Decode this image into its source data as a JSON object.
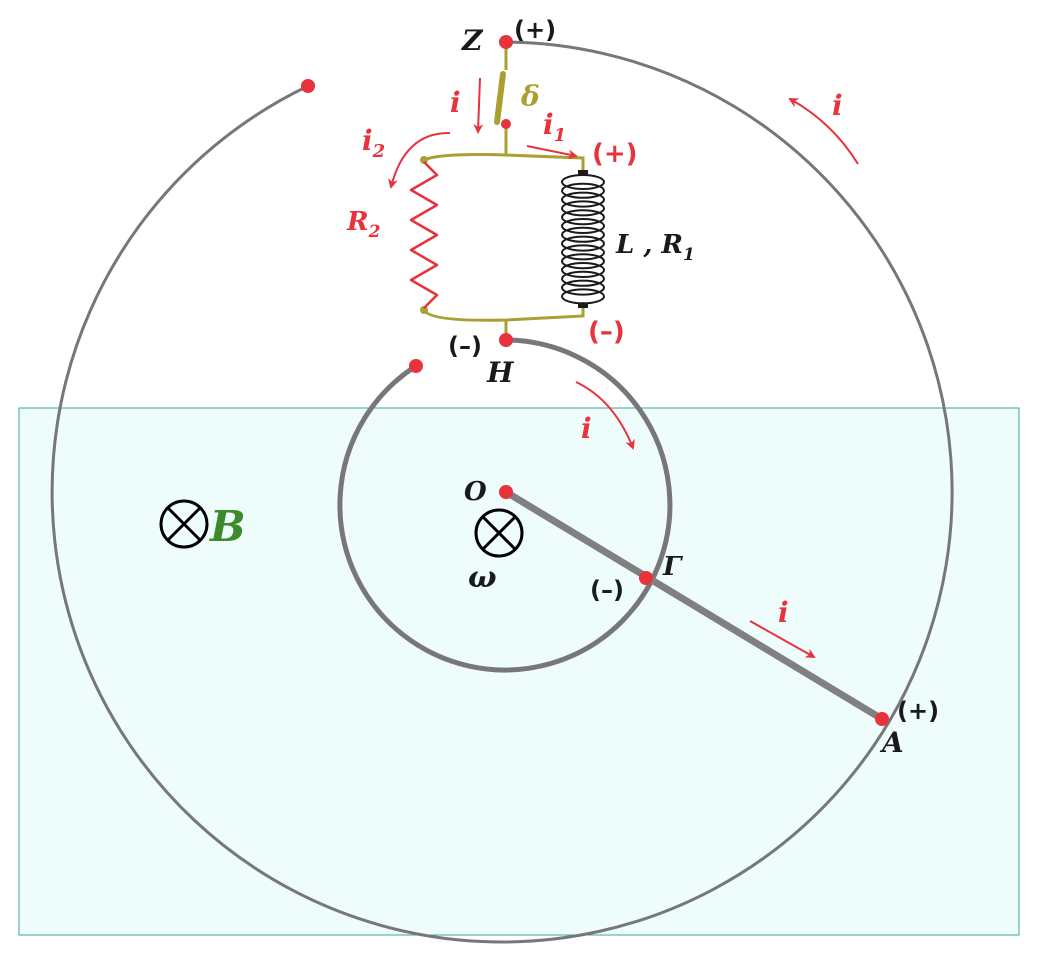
{
  "colors": {
    "field_region_fill": "#eefcfc",
    "field_region_stroke": "#3aaa9a",
    "ring": "#777777",
    "rod": "#808080",
    "point": "#e8323c",
    "wire": "#a9a031",
    "current": "#e8323c",
    "label_dark": "#1a1a1a",
    "field_label": "#3d8a2a"
  },
  "labels": {
    "Z": "Z",
    "Z_sign": "(+)",
    "delta": "δ",
    "i_top": "i",
    "i1": "i",
    "i1_sub": "1",
    "i2": "i",
    "i2_sub": "2",
    "R2": "R",
    "R2_sub": "2",
    "L_R1_prefix": "L , R",
    "R1_sub": "1",
    "plus_coil": "(+)",
    "minus_coil": "(–)",
    "H_sign": "(–)",
    "H": "H",
    "i_inner": "i",
    "i_outer": "i",
    "O": "O",
    "omega": "ω",
    "B": "B",
    "Gamma": "Γ",
    "Gamma_sign": "(–)",
    "i_rod": "i",
    "A": "A",
    "A_sign": "(+)"
  },
  "icons": {
    "field_into_page_left": "cross-in-circle-icon",
    "field_into_page_center": "cross-in-circle-icon"
  }
}
